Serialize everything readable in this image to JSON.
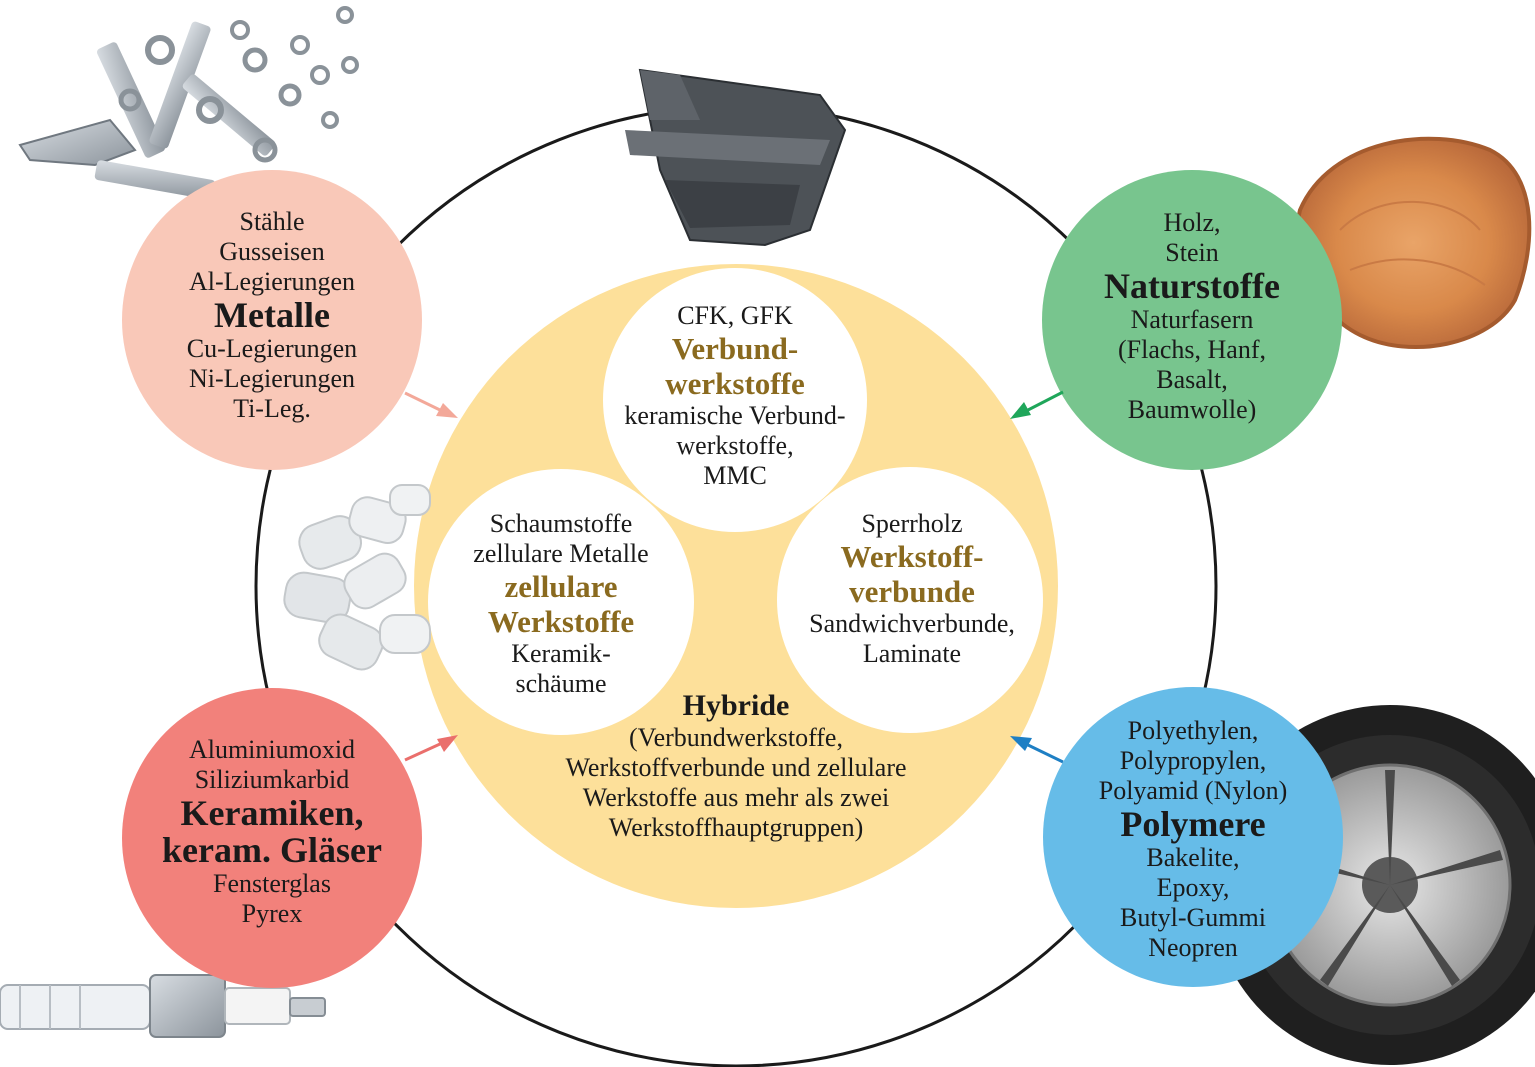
{
  "colors": {
    "metalle": "#f9c8b8",
    "keramik": "#f2817b",
    "natur": "#78c58e",
    "polymere": "#66bce8",
    "hybride": "#fde09a",
    "gold_text": "#8a6a1f",
    "arrow_metalle": "#f3a899",
    "arrow_keramik": "#ea6f6c",
    "arrow_natur": "#1fa65a",
    "arrow_polymere": "#1e7fc4"
  },
  "icons": [
    "bolts-nuts-image",
    "wood-slice-image",
    "car-bumper-image",
    "foam-pellets-image",
    "spark-plug-image",
    "car-tire-image"
  ],
  "metalle": {
    "lines_top": [
      "Stähle",
      "Gusseisen",
      "Al-Legierungen"
    ],
    "title": "Metalle",
    "lines_bottom": [
      "Cu-Legierungen",
      "Ni-Legierungen",
      "Ti-Leg."
    ]
  },
  "natur": {
    "lines_top": [
      "Holz,",
      "Stein"
    ],
    "title": "Naturstoffe",
    "lines_bottom": [
      "Naturfasern",
      "(Flachs, Hanf,",
      "Basalt,",
      "Baumwolle)"
    ]
  },
  "keramik": {
    "lines_top": [
      "Aluminiumoxid",
      "Siliziumkarbid"
    ],
    "title_lines": [
      "Keramiken,",
      "keram. Gläser"
    ],
    "lines_bottom": [
      "Fensterglas",
      "Pyrex"
    ]
  },
  "polymere": {
    "lines_top": [
      "Polyethylen,",
      "Polypropylen,",
      "Polyamid (Nylon)"
    ],
    "title": "Polymere",
    "lines_bottom": [
      "Bakelite,",
      "Epoxy,",
      "Butyl-Gummi",
      "Neopren"
    ]
  },
  "verbund": {
    "line_top": "CFK, GFK",
    "title_lines": [
      "Verbund-",
      "werkstoffe"
    ],
    "lines_bottom": [
      "keramische Verbund-",
      "werkstoffe,",
      "MMC"
    ]
  },
  "zellular": {
    "lines_top": [
      "Schaumstoffe",
      "zellulare Metalle"
    ],
    "title_lines": [
      "zellulare",
      "Werkstoffe"
    ],
    "lines_bottom": [
      "Keramik-",
      "schäume"
    ]
  },
  "werkstoffverbunde": {
    "line_top": "Sperrholz",
    "title_lines": [
      "Werkstoff-",
      "verbunde"
    ],
    "lines_bottom": [
      "Sandwichverbunde,",
      "Laminate"
    ]
  },
  "hybride": {
    "title": "Hybride",
    "lines": [
      "(Verbundwerkstoffe,",
      "Werkstoffverbunde und zellulare",
      "Werkstoffe aus mehr als zwei",
      "Werkstoffhauptgruppen)"
    ]
  }
}
